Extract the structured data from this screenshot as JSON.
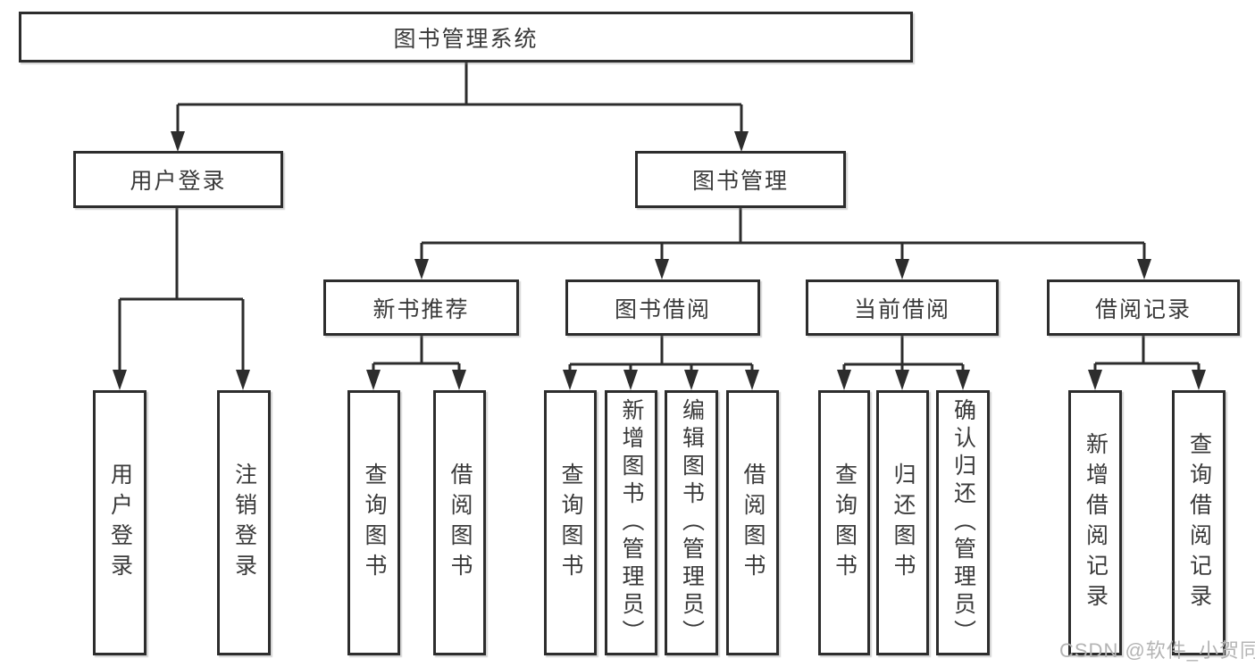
{
  "tree": {
    "label": "图书管理系统",
    "children": [
      {
        "label": "用户登录",
        "children": [
          {
            "label": "用户登录"
          },
          {
            "label": "注销登录"
          }
        ]
      },
      {
        "label": "图书管理",
        "children": [
          {
            "label": "新书推荐",
            "children": [
              {
                "label": "查询图书"
              },
              {
                "label": "借阅图书"
              }
            ]
          },
          {
            "label": "图书借阅",
            "children": [
              {
                "label": "查询图书"
              },
              {
                "label": "新增图书（管理员）"
              },
              {
                "label": "编辑图书（管理员）"
              },
              {
                "label": "借阅图书"
              }
            ]
          },
          {
            "label": "当前借阅",
            "children": [
              {
                "label": "查询图书"
              },
              {
                "label": "归还图书"
              },
              {
                "label": "确认归还（管理员）"
              }
            ]
          },
          {
            "label": "借阅记录",
            "children": [
              {
                "label": "新增借阅记录"
              },
              {
                "label": "查询借阅记录"
              }
            ]
          }
        ]
      }
    ]
  },
  "watermark": "CSDN @软件_小贺同学",
  "colors": {
    "line": "#2d2d2d",
    "box_border": "#2d2d2d",
    "text": "#3a3a3a",
    "watermark": "#b4b4b4",
    "background": "#ffffff"
  }
}
